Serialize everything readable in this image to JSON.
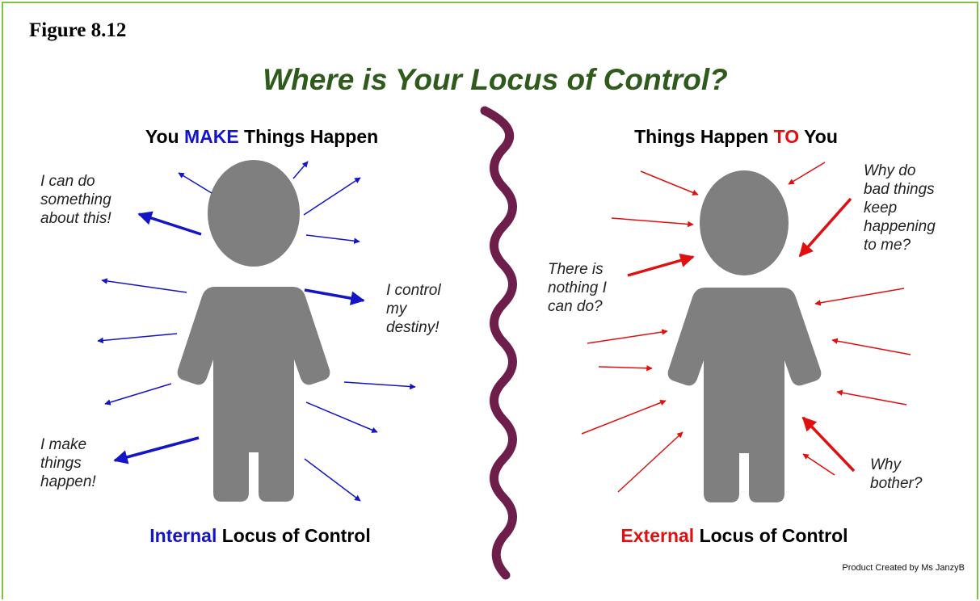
{
  "figure_label": "Figure 8.12",
  "title": "Where is Your Locus of Control?",
  "colors": {
    "frame": "#7dc242",
    "title": "#2e5a1c",
    "internal": "#1414c8",
    "external": "#e01010",
    "figure": "#7f7f7f",
    "divider": "#6e1e4a"
  },
  "left": {
    "heading": {
      "pre": "You ",
      "emph": "MAKE",
      "post": " Things Happen"
    },
    "callouts": [
      [
        "I can do",
        "something",
        "about this!"
      ],
      [
        "I control",
        "my",
        "destiny!"
      ],
      [
        "I make",
        "things",
        "happen!"
      ]
    ],
    "footer": {
      "emph": "Internal",
      "post": " Locus of Control"
    }
  },
  "right": {
    "heading": {
      "pre": "Things Happen ",
      "emph": "TO",
      "post": " You"
    },
    "callouts": [
      [
        "Why do",
        "bad things",
        "keep",
        "happening",
        "to me?"
      ],
      [
        "There is",
        "nothing I",
        "can do?"
      ],
      [
        "Why",
        "bother?"
      ]
    ],
    "footer": {
      "emph": "External",
      "post": " Locus of Control"
    }
  },
  "credit": "Product Created by Ms JanzyB"
}
